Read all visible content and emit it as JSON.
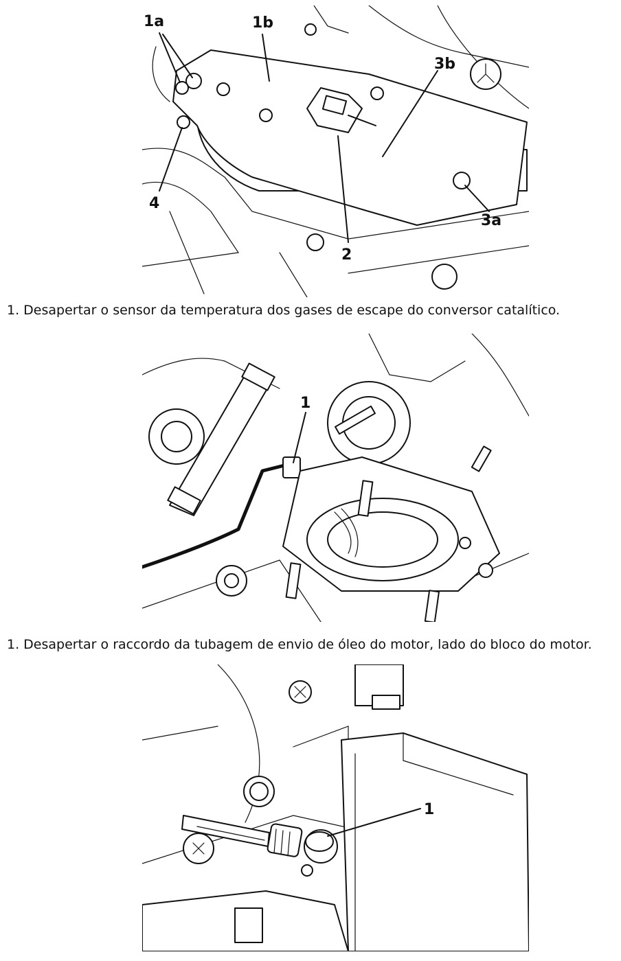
{
  "figure1": {
    "callouts": [
      "1a",
      "1b",
      "3b",
      "4",
      "2",
      "3a"
    ]
  },
  "caption1": "1. Desapertar o sensor da temperatura dos gases de escape do conversor catalítico.",
  "figure2": {
    "callouts": [
      "1"
    ]
  },
  "caption2": "1. Desapertar o raccordo da tubagem de envio de óleo do motor, lado do bloco do motor.",
  "figure3": {
    "callouts": [
      "1"
    ]
  },
  "colors": {
    "ink": "#111111",
    "paper": "#ffffff"
  }
}
